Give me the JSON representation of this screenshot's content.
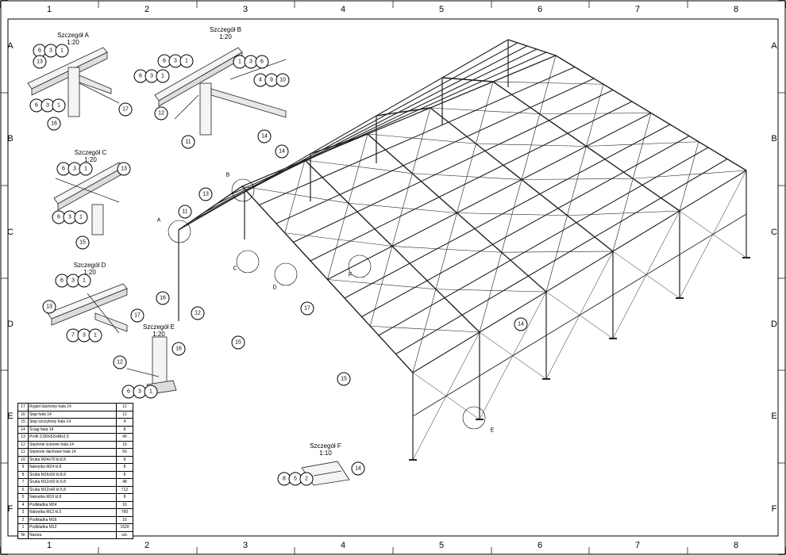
{
  "grid": {
    "columns": [
      "1",
      "2",
      "3",
      "4",
      "5",
      "6",
      "7",
      "8"
    ],
    "rows": [
      "A",
      "B",
      "C",
      "D",
      "E",
      "F"
    ]
  },
  "details": {
    "A": {
      "title": "Szczegół A",
      "scale": "1:20"
    },
    "B": {
      "title": "Szczegół B",
      "scale": "1:20"
    },
    "C": {
      "title": "Szczegół C",
      "scale": "1:20"
    },
    "D": {
      "title": "Szczegół D",
      "scale": "1:20"
    },
    "E": {
      "title": "Szczegół E",
      "scale": "1:20"
    },
    "F": {
      "title": "Szczegół F",
      "scale": "1:10"
    }
  },
  "detail_bubbles": {
    "A": [
      "6",
      "3",
      "1",
      "13",
      "6",
      "3",
      "1",
      "16",
      "17"
    ],
    "B": [
      "6",
      "3",
      "1",
      "6",
      "3",
      "1",
      "1",
      "3",
      "6",
      "4",
      "9",
      "10",
      "12",
      "11",
      "14"
    ],
    "C": [
      "6",
      "3",
      "1",
      "13",
      "6",
      "3",
      "1",
      "15"
    ],
    "D": [
      "6",
      "3",
      "1",
      "13",
      "17",
      "7",
      "3",
      "1"
    ],
    "E": [
      "12",
      "16",
      "6",
      "3",
      "1"
    ],
    "F": [
      "8",
      "5",
      "2",
      "14"
    ]
  },
  "main_bubbles": [
    "14",
    "13",
    "11",
    "16",
    "12",
    "15",
    "17",
    "15",
    "14"
  ],
  "callout_letters": [
    "A",
    "B",
    "C",
    "D",
    "E",
    "F"
  ],
  "bom": {
    "rows": [
      {
        "nr": "17",
        "name": "Rygiel dachowy hala 14",
        "qty": "12"
      },
      {
        "nr": "16",
        "name": "Słup hala 14",
        "qty": "12"
      },
      {
        "nr": "15",
        "name": "Słup szczytowy hala 14",
        "qty": "4"
      },
      {
        "nr": "14",
        "name": "Ściąg hala 14",
        "qty": "8"
      },
      {
        "nr": "13",
        "name": "Profil Z150x52x48x2.5",
        "qty": "40"
      },
      {
        "nr": "12",
        "name": "Stężenie ścienne hala 14",
        "qty": "16"
      },
      {
        "nr": "11",
        "name": "Stężenie dachowe hala 14",
        "qty": "56"
      },
      {
        "nr": "10",
        "name": "Śruba M24x70 kl.8.8",
        "qty": "8"
      },
      {
        "nr": "9",
        "name": "Nakrętka M24 kl.8",
        "qty": "8"
      },
      {
        "nr": "8",
        "name": "Śruba M16x50 kl.8.8",
        "qty": "8"
      },
      {
        "nr": "7",
        "name": "Śruba M12x50 kl.5.8",
        "qty": "48"
      },
      {
        "nr": "6",
        "name": "Śruba M12x40 kl.5.8",
        "qty": "712"
      },
      {
        "nr": "5",
        "name": "Nakrętka M16 kl.8",
        "qty": "8"
      },
      {
        "nr": "4",
        "name": "Podkładka M24",
        "qty": "16"
      },
      {
        "nr": "3",
        "name": "Nakrętka M12 kl.5",
        "qty": "760"
      },
      {
        "nr": "2",
        "name": "Podkładka M16",
        "qty": "16"
      },
      {
        "nr": "1",
        "name": "Podkładka M12",
        "qty": "1520"
      }
    ],
    "header": {
      "nr": "Nr",
      "name": "Nazwa",
      "qty": "szt."
    }
  }
}
